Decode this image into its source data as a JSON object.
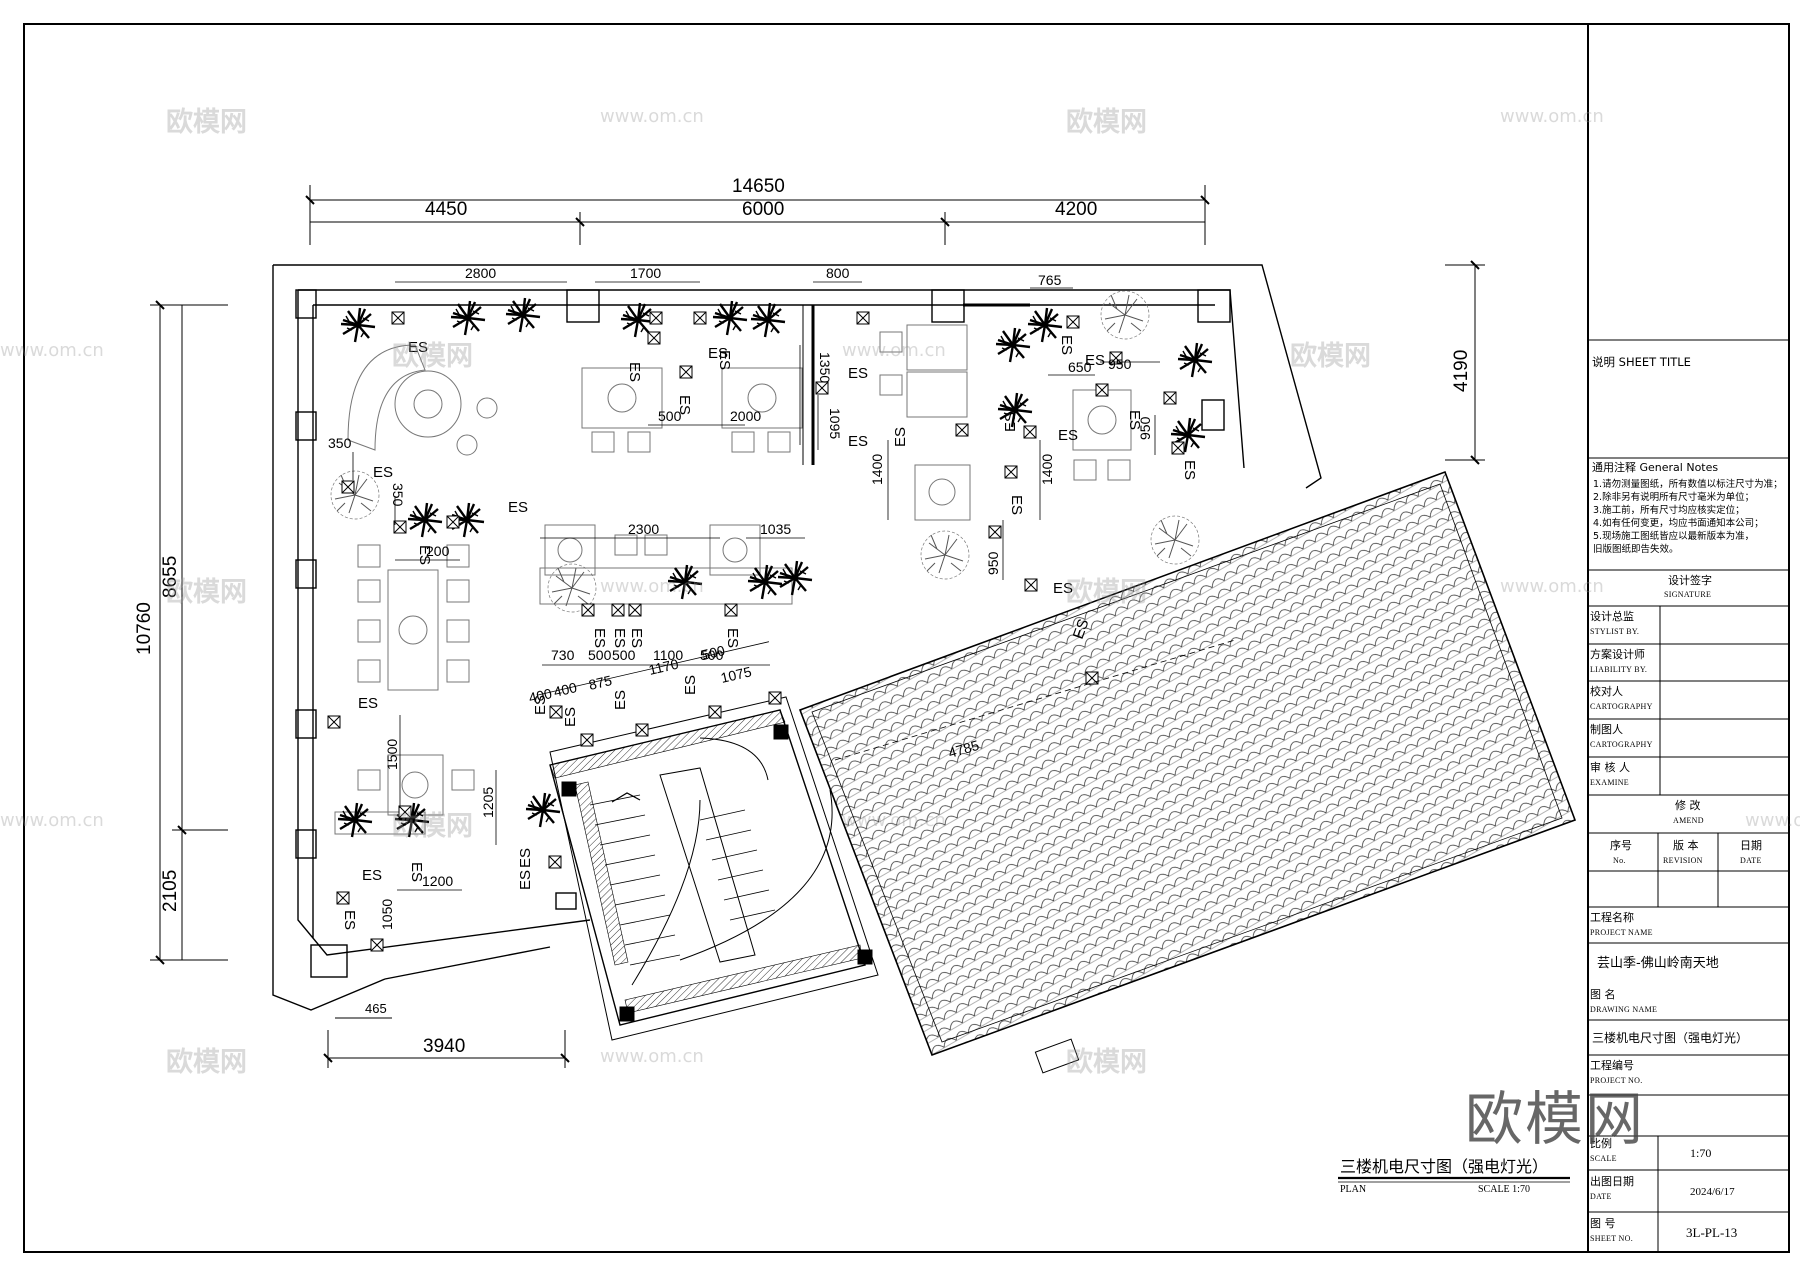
{
  "plan": {
    "overall_dims": {
      "top_total": "14650",
      "top_parts": [
        "4450",
        "6000",
        "4200"
      ],
      "left_total": "10760",
      "left_parts": [
        "8655",
        "2105"
      ],
      "right_height": "4190",
      "bottom_width": "3940",
      "bottom_small": "465"
    },
    "interior_dims": [
      "2800",
      "1700",
      "800",
      "765",
      "650",
      "950",
      "1350",
      "1095",
      "500",
      "2000",
      "350",
      "350",
      "200",
      "2300",
      "1035",
      "1400",
      "1400",
      "950",
      "950",
      "730",
      "500",
      "500",
      "500",
      "1100",
      "1170",
      "500",
      "1075",
      "400",
      "400",
      "875",
      "1500",
      "1205",
      "1200",
      "1050",
      "4785"
    ],
    "outlet_label": "ES",
    "caption": "三楼机电尺寸图（强电灯光",
    "caption_close": "）",
    "caption_en": "PLAN",
    "caption_scale": "SCALE 1:70"
  },
  "title_block": {
    "sheet_title": "说明  SHEET TITLE",
    "general_notes_title": "通用注释   General Notes",
    "general_notes": [
      "1.请勿测量图纸，所有数值以标注尺寸为准；",
      "2.除非另有说明所有尺寸毫米为单位；",
      "3.施工前，所有尺寸均应核实定位；",
      "4.如有任何变更，均应书面通知本公司；",
      "5.现场施工图纸皆应以最新版本为准，",
      "  旧版图纸即告失效。"
    ],
    "signature_cn": "设计签字",
    "signature_en": "SIGNATURE",
    "roles": [
      {
        "cn": "设计总监",
        "en": "STYLIST BY."
      },
      {
        "cn": "方案设计师",
        "en": "LIABILITY BY."
      },
      {
        "cn": "校对人",
        "en": "CARTOGRAPHY"
      },
      {
        "cn": "制图人",
        "en": "CARTOGRAPHY"
      },
      {
        "cn": "审 核 人",
        "en": "EXAMINE"
      }
    ],
    "amend_cn": "修 改",
    "amend_en": "AMEND",
    "amend_cols": [
      {
        "cn": "序号",
        "en": "No."
      },
      {
        "cn": "版 本",
        "en": "REVISION"
      },
      {
        "cn": "日期",
        "en": "DATE"
      }
    ],
    "project_name_cn": "工程名称",
    "project_name_en": "PROJECT NAME",
    "project_name": "芸山季-佛山岭南天地",
    "drawing_name_cn": "图 名",
    "drawing_name_en": "DRAWING NAME",
    "drawing_name": "三楼机电尺寸图（强电灯光）",
    "project_no_cn": "工程编号",
    "project_no_en": "PROJECT NO.",
    "scale_cn": "比例",
    "scale_en": "SCALE",
    "scale": "1:70",
    "date_cn": "出图日期",
    "date_en": "DATE",
    "date": "2024/6/17",
    "sheet_no_cn": "图 号",
    "sheet_no_en": "SHEET NO.",
    "sheet_no": "3L-PL-13"
  },
  "watermark": {
    "logo_text": "欧模网",
    "url_text": "www.om.cn",
    "big_logo": "欧模网"
  }
}
